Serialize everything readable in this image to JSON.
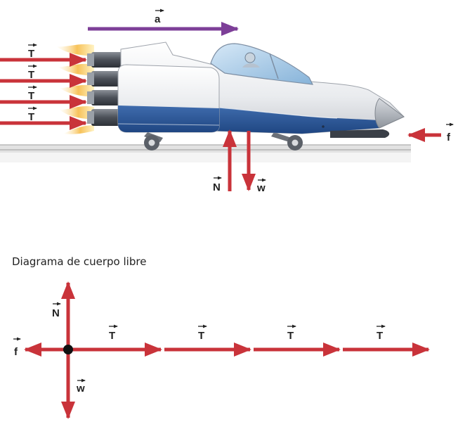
{
  "title": "Diagrama de cuerpo libre",
  "labels": {
    "acceleration": "a",
    "thrust": "T",
    "friction": "f",
    "normal": "N",
    "weight": "w"
  },
  "colors": {
    "force": "#c9333a",
    "acceleration": "#7d3f98",
    "text": "#222222",
    "body_white": "#f1f2f4",
    "body_blue": "#2e5a9a",
    "track": "#cfcfcf",
    "flame": "#f6b23c"
  },
  "vector_symbol": "arrow-over-letter"
}
